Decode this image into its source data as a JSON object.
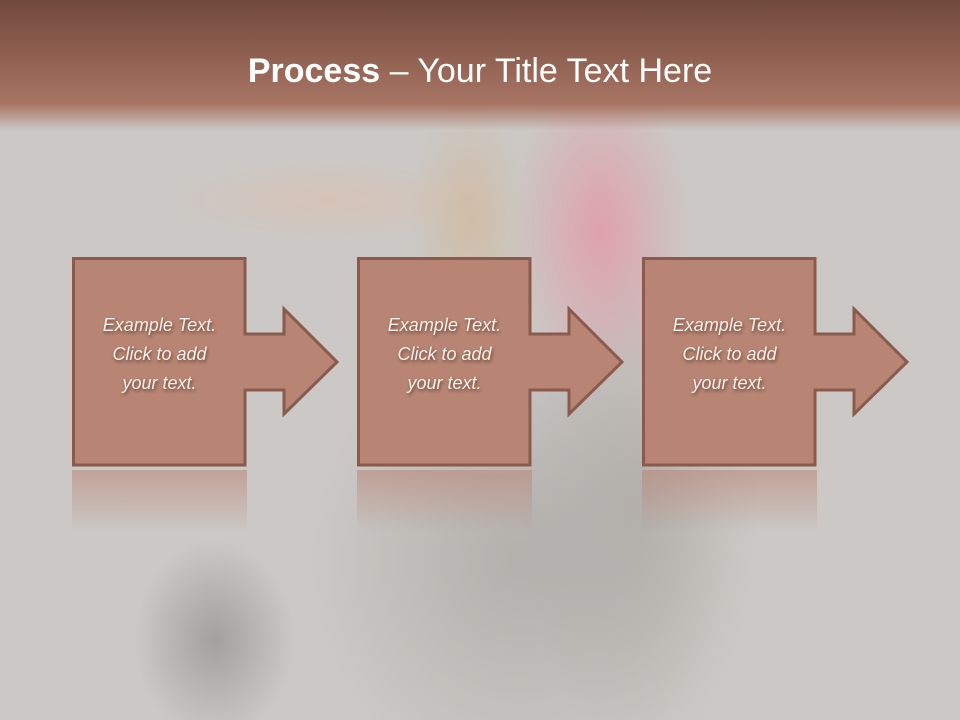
{
  "title": {
    "bold": "Process",
    "rest": " – Your Title Text Here"
  },
  "colors": {
    "header_top": "#714a3d",
    "header_bottom": "#a87564",
    "shape_fill": "#b88574",
    "shape_stroke": "#8a5a4d",
    "background": "#cbc8c5"
  },
  "steps": [
    {
      "line1": "Example Text.",
      "line2": "Click  to add",
      "line3": "your text.",
      "icon": "arrow-right-icon"
    },
    {
      "line1": "Example Text.",
      "line2": "Click  to add",
      "line3": "your text.",
      "icon": "arrow-right-icon"
    },
    {
      "line1": "Example Text.",
      "line2": "Click  to add",
      "line3": "your text.",
      "icon": "arrow-right-icon"
    }
  ]
}
